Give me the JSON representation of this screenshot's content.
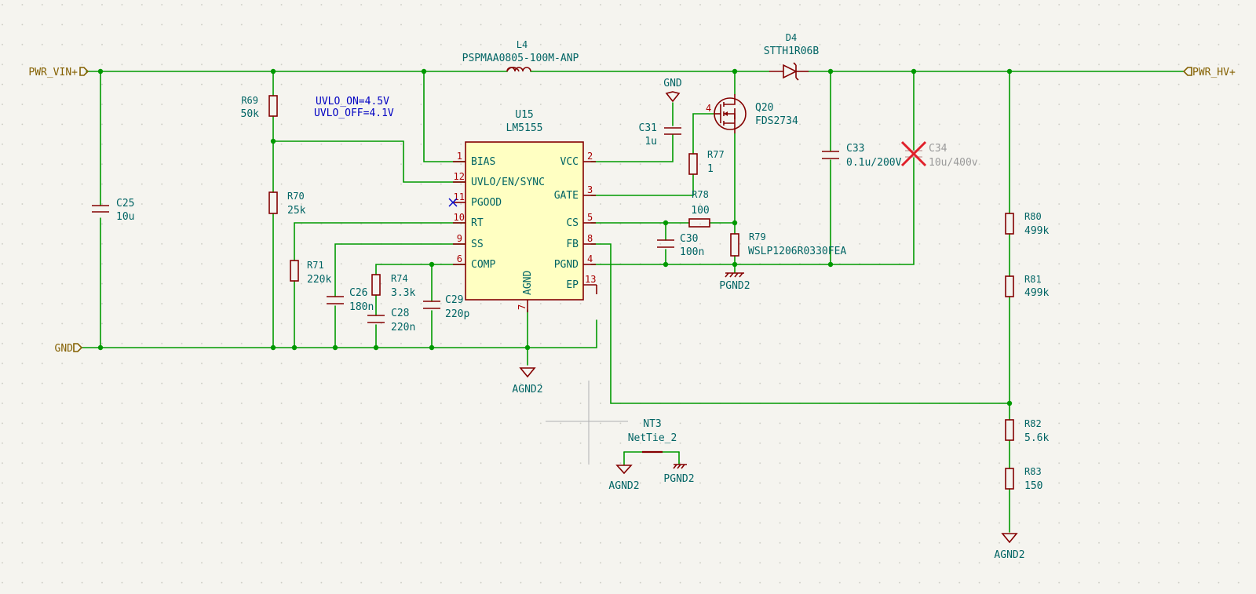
{
  "ports": {
    "vin": "PWR_VIN+",
    "hv": "PWR_HV+",
    "gnd": "GND"
  },
  "note": {
    "line1": "UVLO_ON=4.5V",
    "line2": "UVLO_OFF=4.1V"
  },
  "u15": {
    "ref": "U15",
    "value": "LM5155",
    "pins": {
      "bias": {
        "name": "BIAS",
        "num": "1"
      },
      "uvlo": {
        "name": "UVLO/EN/SYNC",
        "num": "12"
      },
      "pgood": {
        "name": "PGOOD",
        "num": "11"
      },
      "rt": {
        "name": "RT",
        "num": "10"
      },
      "ss": {
        "name": "SS",
        "num": "9"
      },
      "comp": {
        "name": "COMP",
        "num": "6"
      },
      "agnd": {
        "name": "AGND",
        "num": "7"
      },
      "vcc": {
        "name": "VCC",
        "num": "2"
      },
      "gate": {
        "name": "GATE",
        "num": "3"
      },
      "cs": {
        "name": "CS",
        "num": "5"
      },
      "fb": {
        "name": "FB",
        "num": "8"
      },
      "pgnd": {
        "name": "PGND",
        "num": "4"
      },
      "ep": {
        "name": "EP",
        "num": "13"
      }
    }
  },
  "l4": {
    "ref": "L4",
    "value": "PSPMAA0805-100M-ANP"
  },
  "d4": {
    "ref": "D4",
    "value": "STTH1R06B"
  },
  "q20": {
    "ref": "Q20",
    "value": "FDS2734",
    "pin": "4"
  },
  "c25": {
    "ref": "C25",
    "value": "10u"
  },
  "r69": {
    "ref": "R69",
    "value": "50k"
  },
  "r70": {
    "ref": "R70",
    "value": "25k"
  },
  "r71": {
    "ref": "R71",
    "value": "220k"
  },
  "c26": {
    "ref": "C26",
    "value": "180n"
  },
  "r74": {
    "ref": "R74",
    "value": "3.3k"
  },
  "c28": {
    "ref": "C28",
    "value": "220n"
  },
  "c29": {
    "ref": "C29",
    "value": "220p"
  },
  "c31": {
    "ref": "C31",
    "value": "1u"
  },
  "r77": {
    "ref": "R77",
    "value": "1"
  },
  "r78": {
    "ref": "R78",
    "value": "100"
  },
  "c30": {
    "ref": "C30",
    "value": "100n"
  },
  "r79": {
    "ref": "R79",
    "value": "WSLP1206R0330FEA"
  },
  "c33": {
    "ref": "C33",
    "value": "0.1u/200V"
  },
  "c34": {
    "ref": "C34",
    "value": "10u/400v"
  },
  "r80": {
    "ref": "R80",
    "value": "499k"
  },
  "r81": {
    "ref": "R81",
    "value": "499k"
  },
  "r82": {
    "ref": "R82",
    "value": "5.6k"
  },
  "r83": {
    "ref": "R83",
    "value": "150"
  },
  "nt3": {
    "ref": "NT3",
    "value": "NetTie_2"
  },
  "power": {
    "gnd": "GND",
    "agnd2": "AGND2",
    "pgnd2": "PGND2"
  },
  "colors": {
    "background": "#f5f4ef",
    "wire": "#009900",
    "component": "#840000",
    "body_fill": "#ffffc2",
    "text": "#006464"
  }
}
